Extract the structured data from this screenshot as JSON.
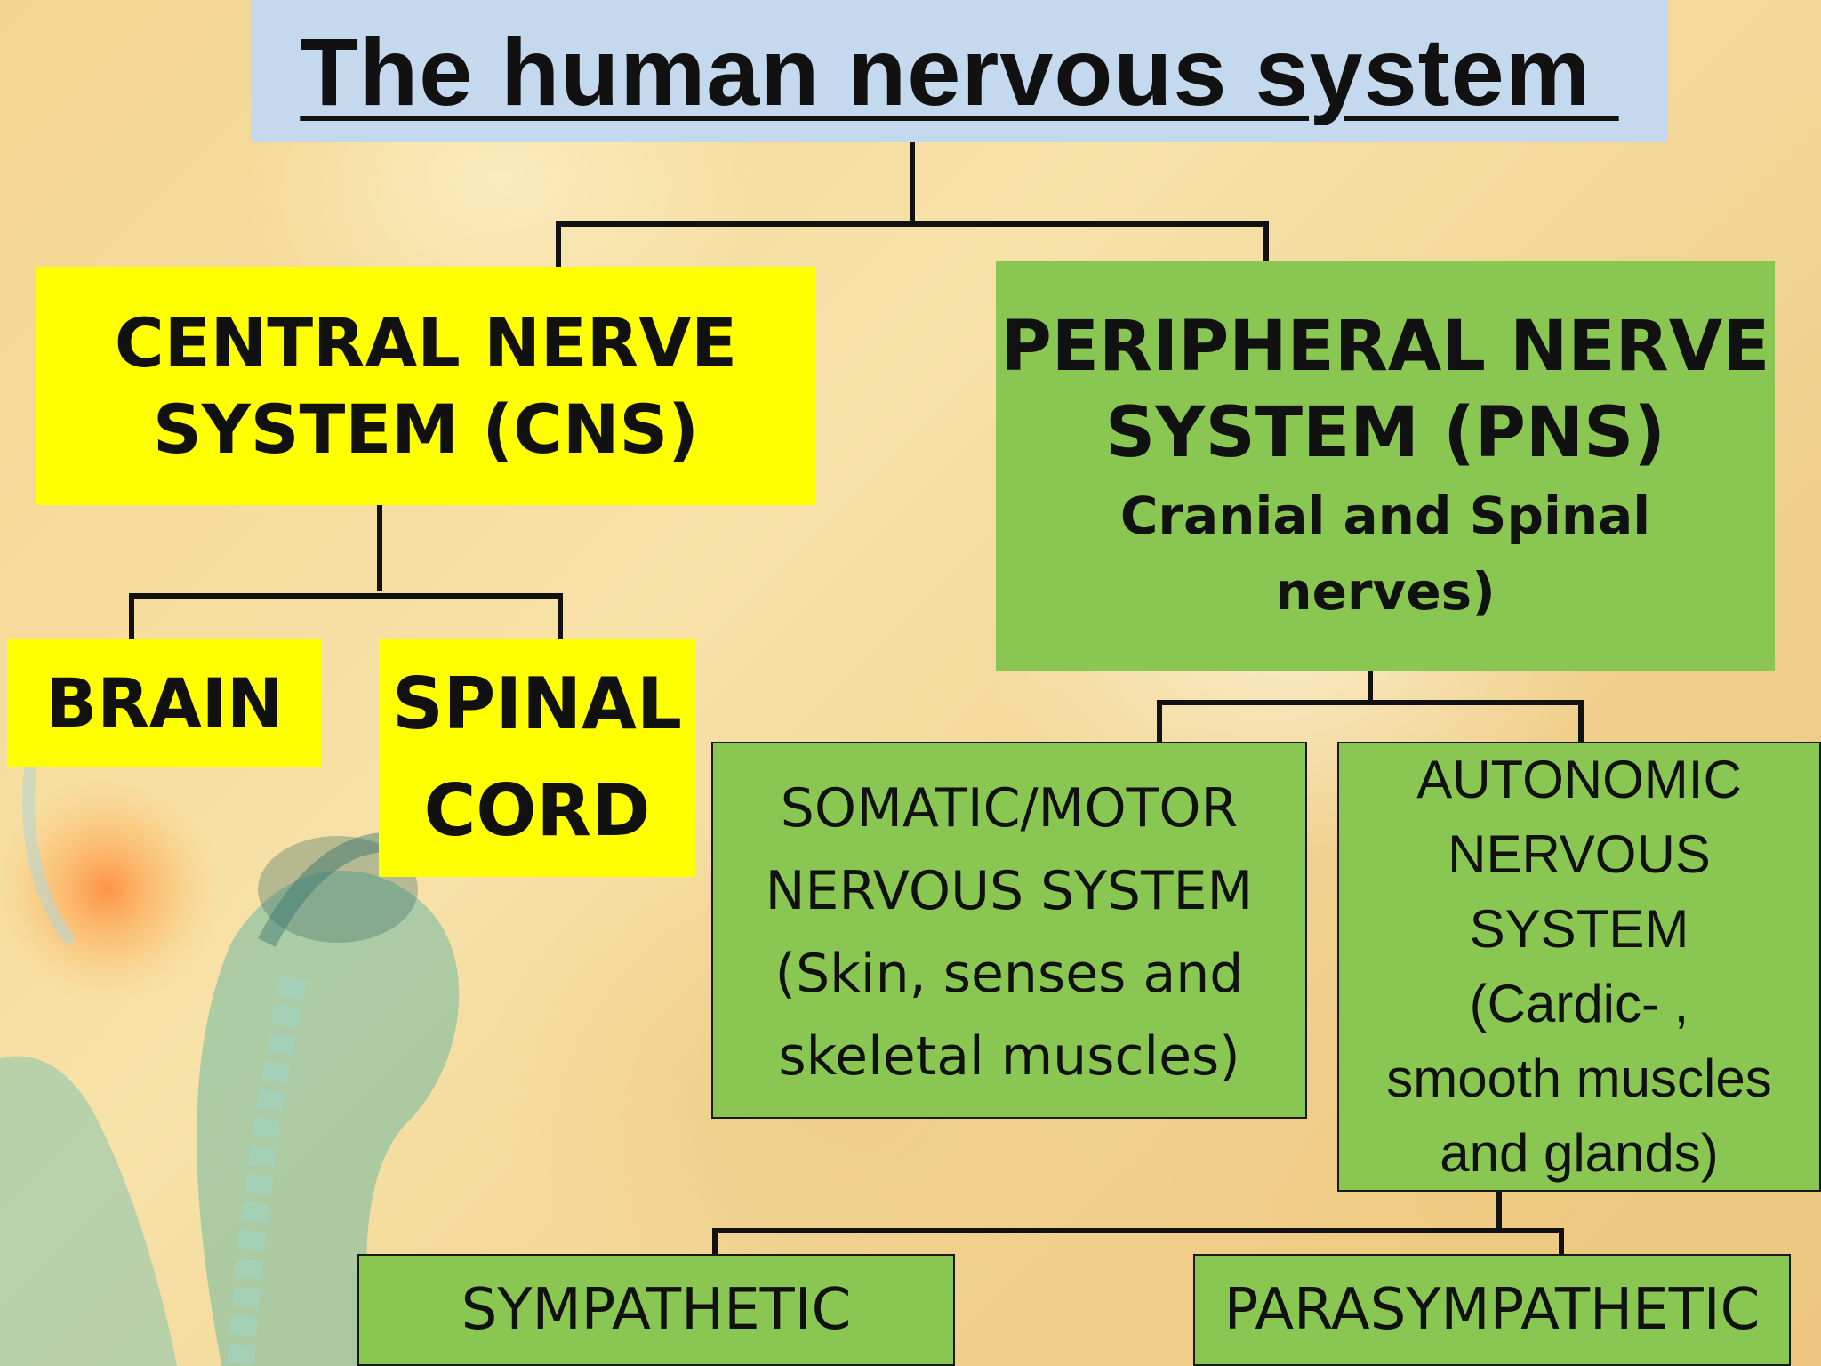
{
  "title": "The human nervous system ",
  "nodes": {
    "cns": {
      "lines": [
        "CENTRAL NERVE",
        "SYSTEM (CNS)"
      ]
    },
    "brain": {
      "label": "BRAIN"
    },
    "spinal_cord": {
      "lines": [
        "SPINAL",
        "CORD"
      ]
    },
    "pns": {
      "lines": [
        "PERIPHERAL NERVE",
        "SYSTEM (PNS)"
      ],
      "sub_lines": [
        "Cranial and Spinal",
        "nerves)"
      ]
    },
    "somatic": {
      "lines": [
        "SOMATIC/MOTOR",
        "NERVOUS SYSTEM",
        "(Skin, senses and",
        "skeletal muscles)"
      ]
    },
    "autonomic": {
      "lines": [
        "AUTONOMIC",
        "NERVOUS",
        "SYSTEM",
        "(Cardic- ,",
        "smooth muscles",
        "and glands)"
      ]
    },
    "sympathetic": {
      "label": "SYMPATHETIC"
    },
    "parasympathetic": {
      "label": "PARASYMPATHETIC"
    }
  },
  "colors": {
    "title_bg": "#c5d9ee",
    "cns_fill": "#ffff00",
    "pns_fill": "#8ac752",
    "connector": "#111111"
  }
}
